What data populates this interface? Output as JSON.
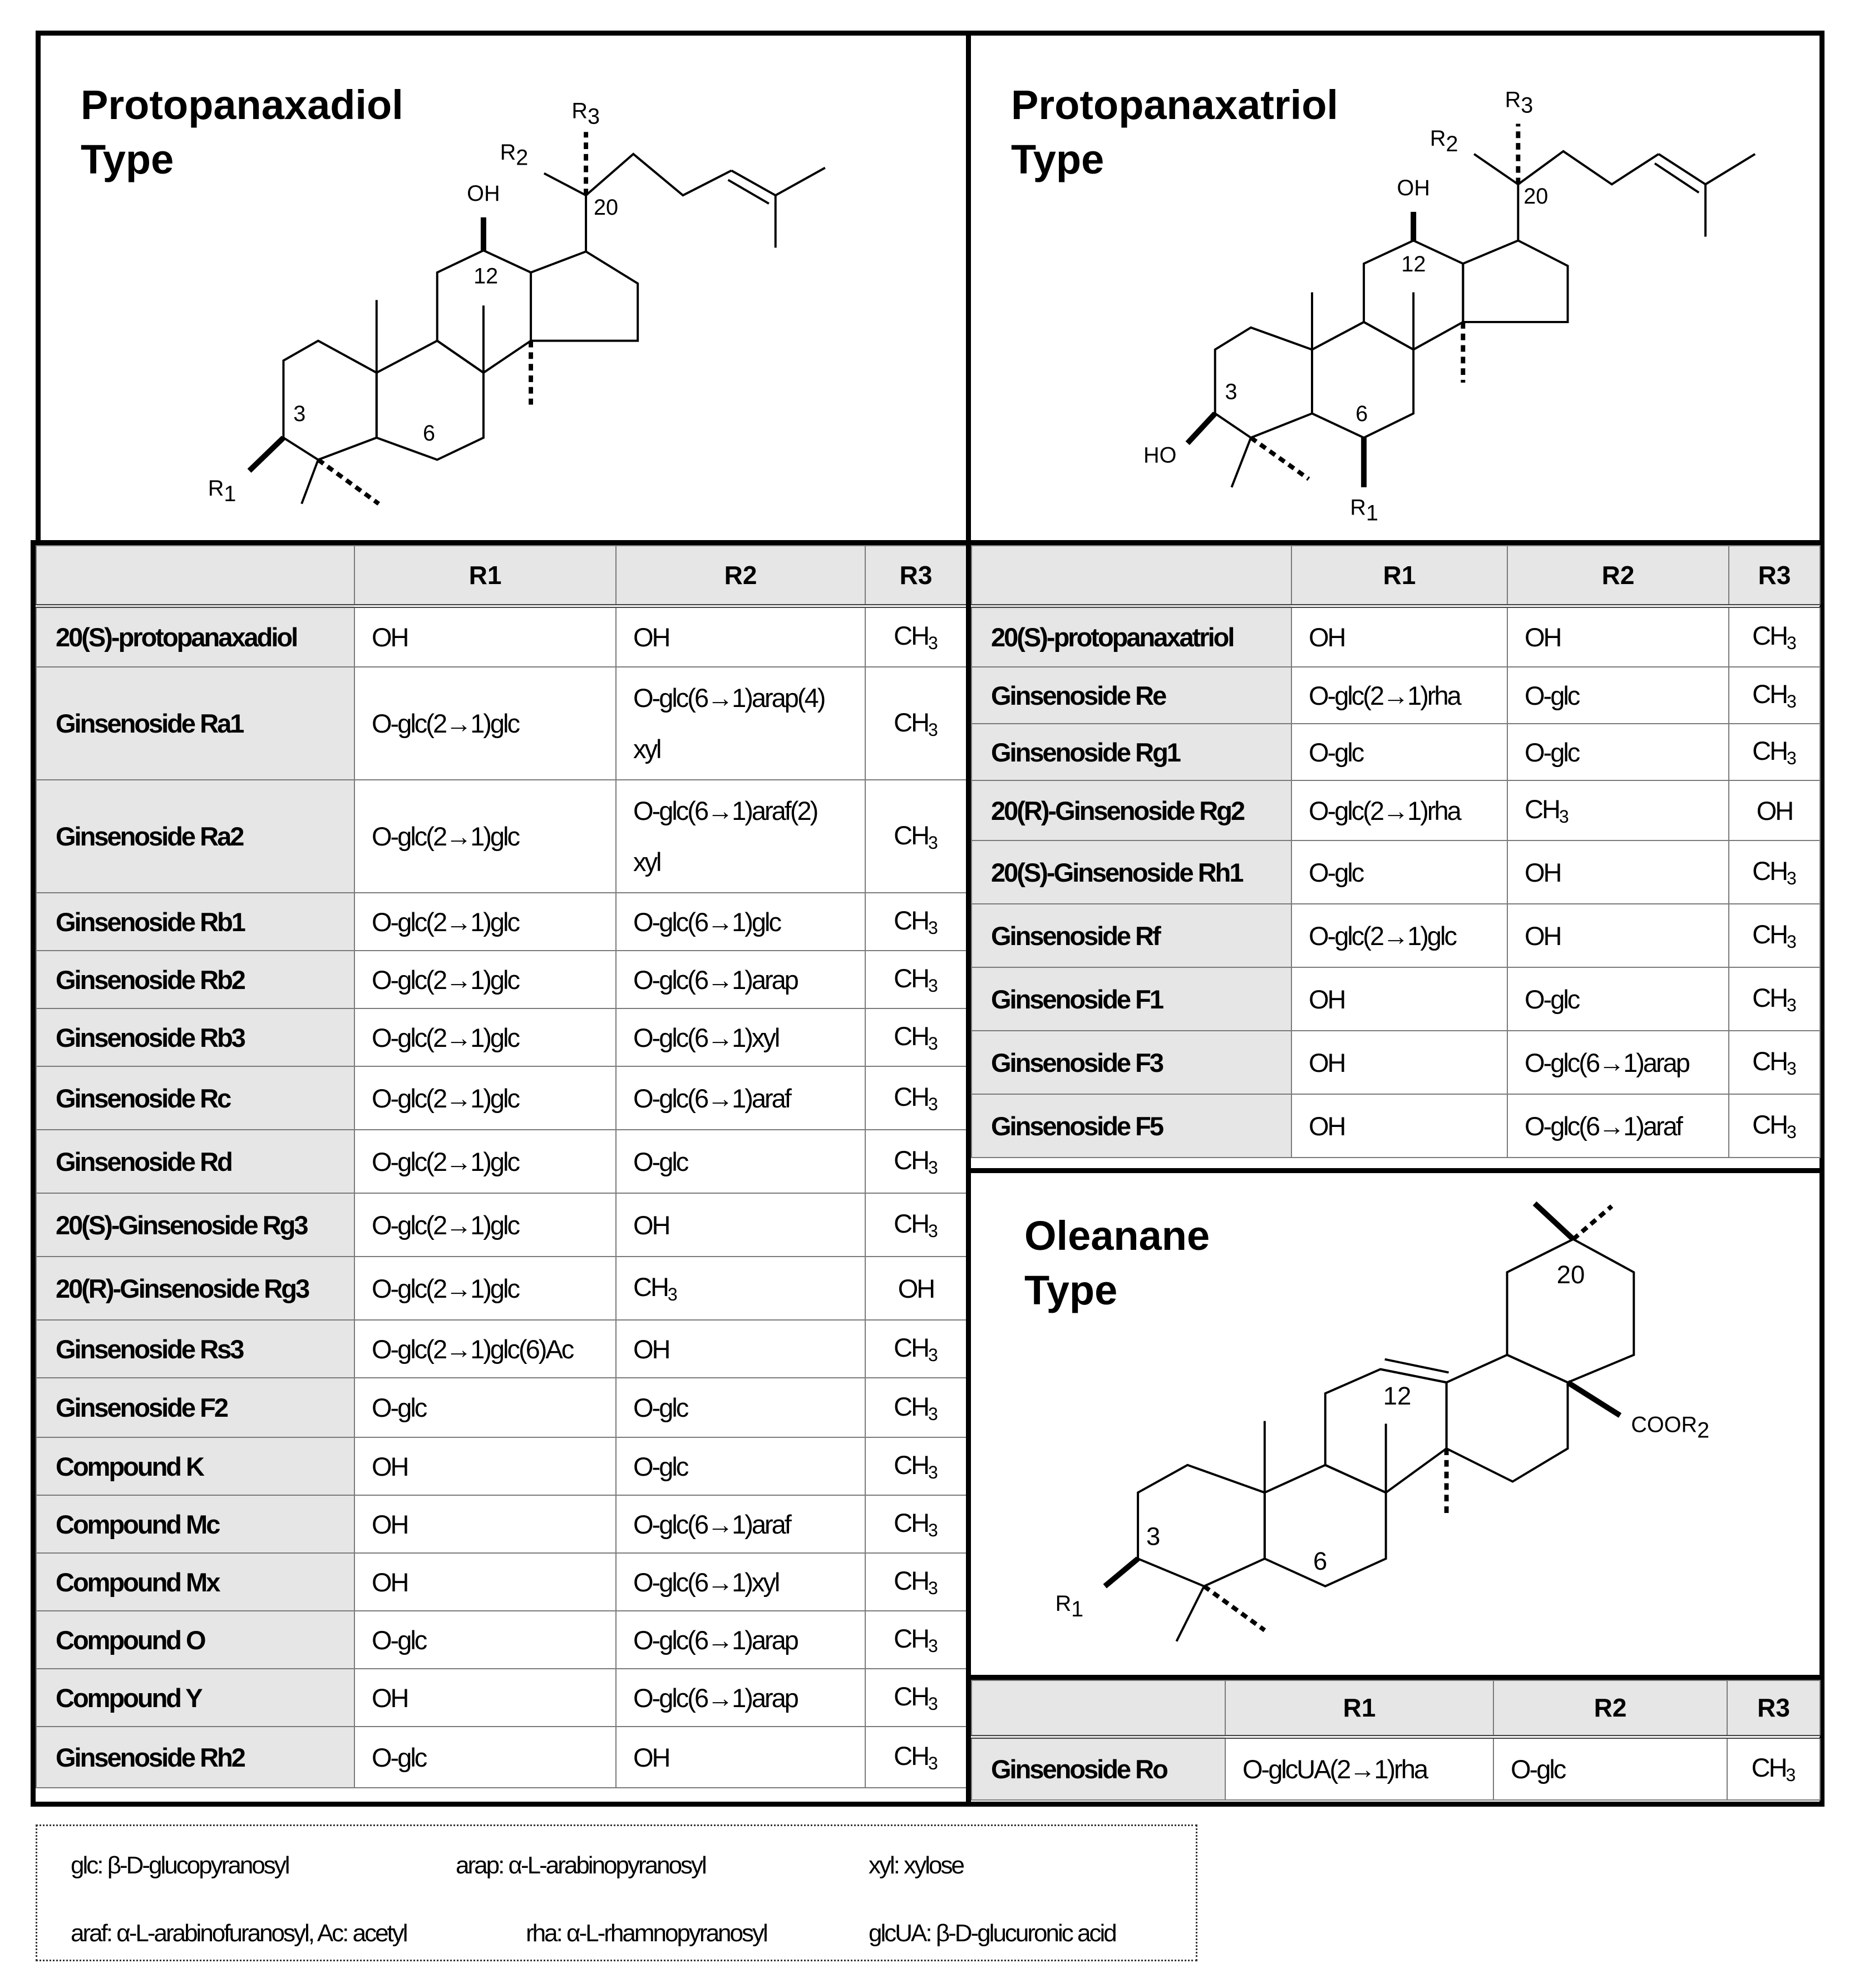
{
  "panels": {
    "ppd": {
      "title": "Protopanaxadiol\nType",
      "labels": {
        "r1": "R",
        "r2": "R",
        "r3": "R",
        "oh": "OH",
        "c3": "3",
        "c6": "6",
        "c12": "12",
        "c20": "20"
      }
    },
    "ppt": {
      "title": "Protopanaxatriol\nType",
      "labels": {
        "r1": "R",
        "r2": "R",
        "r3": "R",
        "oh": "OH",
        "ho": "HO",
        "c3": "3",
        "c6": "6",
        "c12": "12",
        "c20": "20"
      }
    },
    "ole": {
      "title": "Oleanane\nType",
      "labels": {
        "r1": "R",
        "coor": "COOR",
        "c3": "3",
        "c6": "6",
        "c12": "12",
        "c20": "20"
      }
    }
  },
  "table_headers": {
    "name": "",
    "r1": "R1",
    "r2": "R2",
    "r3": "R3"
  },
  "ppd_rows": [
    {
      "name": "20(S)-protopanaxadiol",
      "r1": "OH",
      "r2": "OH",
      "r3": "CH3"
    },
    {
      "name": "Ginsenoside Ra1",
      "r1": "O-glc(2→1)glc",
      "r2": "O-glc(6→1)arap(4)\nxyl",
      "r3": "CH3"
    },
    {
      "name": "Ginsenoside Ra2",
      "r1": "O-glc(2→1)glc",
      "r2": "O-glc(6→1)araf(2)\nxyl",
      "r3": "CH3"
    },
    {
      "name": "Ginsenoside Rb1",
      "r1": "O-glc(2→1)glc",
      "r2": "O-glc(6→1)glc",
      "r3": "CH3"
    },
    {
      "name": "Ginsenoside Rb2",
      "r1": "O-glc(2→1)glc",
      "r2": "O-glc(6→1)arap",
      "r3": "CH3"
    },
    {
      "name": "Ginsenoside Rb3",
      "r1": "O-glc(2→1)glc",
      "r2": "O-glc(6→1)xyl",
      "r3": "CH3"
    },
    {
      "name": "Ginsenoside Rc",
      "r1": "O-glc(2→1)glc",
      "r2": "O-glc(6→1)araf",
      "r3": "CH3"
    },
    {
      "name": "Ginsenoside Rd",
      "r1": "O-glc(2→1)glc",
      "r2": "O-glc",
      "r3": "CH3"
    },
    {
      "name": "20(S)-Ginsenoside Rg3",
      "r1": "O-glc(2→1)glc",
      "r2": "OH",
      "r3": "CH3"
    },
    {
      "name": "20(R)-Ginsenoside Rg3",
      "r1": "O-glc(2→1)glc",
      "r2": "CH3",
      "r3": "OH"
    },
    {
      "name": "Ginsenoside Rs3",
      "r1": "O-glc(2→1)glc(6)Ac",
      "r2": "OH",
      "r3": "CH3"
    },
    {
      "name": "Ginsenoside F2",
      "r1": "O-glc",
      "r2": "O-glc",
      "r3": "CH3"
    },
    {
      "name": "Compound K",
      "r1": "OH",
      "r2": "O-glc",
      "r3": "CH3"
    },
    {
      "name": "Compound Mc",
      "r1": "OH",
      "r2": "O-glc(6→1)araf",
      "r3": "CH3"
    },
    {
      "name": "Compound Mx",
      "r1": "OH",
      "r2": "O-glc(6→1)xyl",
      "r3": "CH3"
    },
    {
      "name": "Compound O",
      "r1": "O-glc",
      "r2": "O-glc(6→1)arap",
      "r3": "CH3"
    },
    {
      "name": "Compound Y",
      "r1": "OH",
      "r2": "O-glc(6→1)arap",
      "r3": "CH3"
    },
    {
      "name": "Ginsenoside Rh2",
      "r1": "O-glc",
      "r2": "OH",
      "r3": "CH3"
    }
  ],
  "ppt_rows": [
    {
      "name": "20(S)-protopanaxatriol",
      "r1": "OH",
      "r2": "OH",
      "r3": "CH3"
    },
    {
      "name": "Ginsenoside Re",
      "r1": "O-glc(2→1)rha",
      "r2": "O-glc",
      "r3": "CH3"
    },
    {
      "name": "Ginsenoside Rg1",
      "r1": "O-glc",
      "r2": "O-glc",
      "r3": "CH3"
    },
    {
      "name": "20(R)-Ginsenoside Rg2",
      "r1": "O-glc(2→1)rha",
      "r2": "CH3",
      "r3": "OH"
    },
    {
      "name": "20(S)-Ginsenoside Rh1",
      "r1": "O-glc",
      "r2": "OH",
      "r3": "CH3"
    },
    {
      "name": "Ginsenoside Rf",
      "r1": "O-glc(2→1)glc",
      "r2": "OH",
      "r3": "CH3"
    },
    {
      "name": "Ginsenoside F1",
      "r1": "OH",
      "r2": "O-glc",
      "r3": "CH3"
    },
    {
      "name": "Ginsenoside F3",
      "r1": "OH",
      "r2": "O-glc(6→1)arap",
      "r3": "CH3"
    },
    {
      "name": "Ginsenoside F5",
      "r1": "OH",
      "r2": "O-glc(6→1)araf",
      "r3": "CH3"
    }
  ],
  "ole_rows": [
    {
      "name": "Ginsenoside Ro",
      "r1": "O-glcUA(2→1)rha",
      "r2": "O-glc",
      "r3": "CH3"
    }
  ],
  "legend": [
    "glc:  β-D-glucopyranosyl",
    "arap:  α-L-arabinopyranosyl",
    "xyl: xylose",
    "araf:  α-L-arabinofuranosyl, Ac: acetyl",
    "rha:  α-L-rhamnopyranosyl",
    "glcUA:  β-D-glucuronic acid"
  ]
}
